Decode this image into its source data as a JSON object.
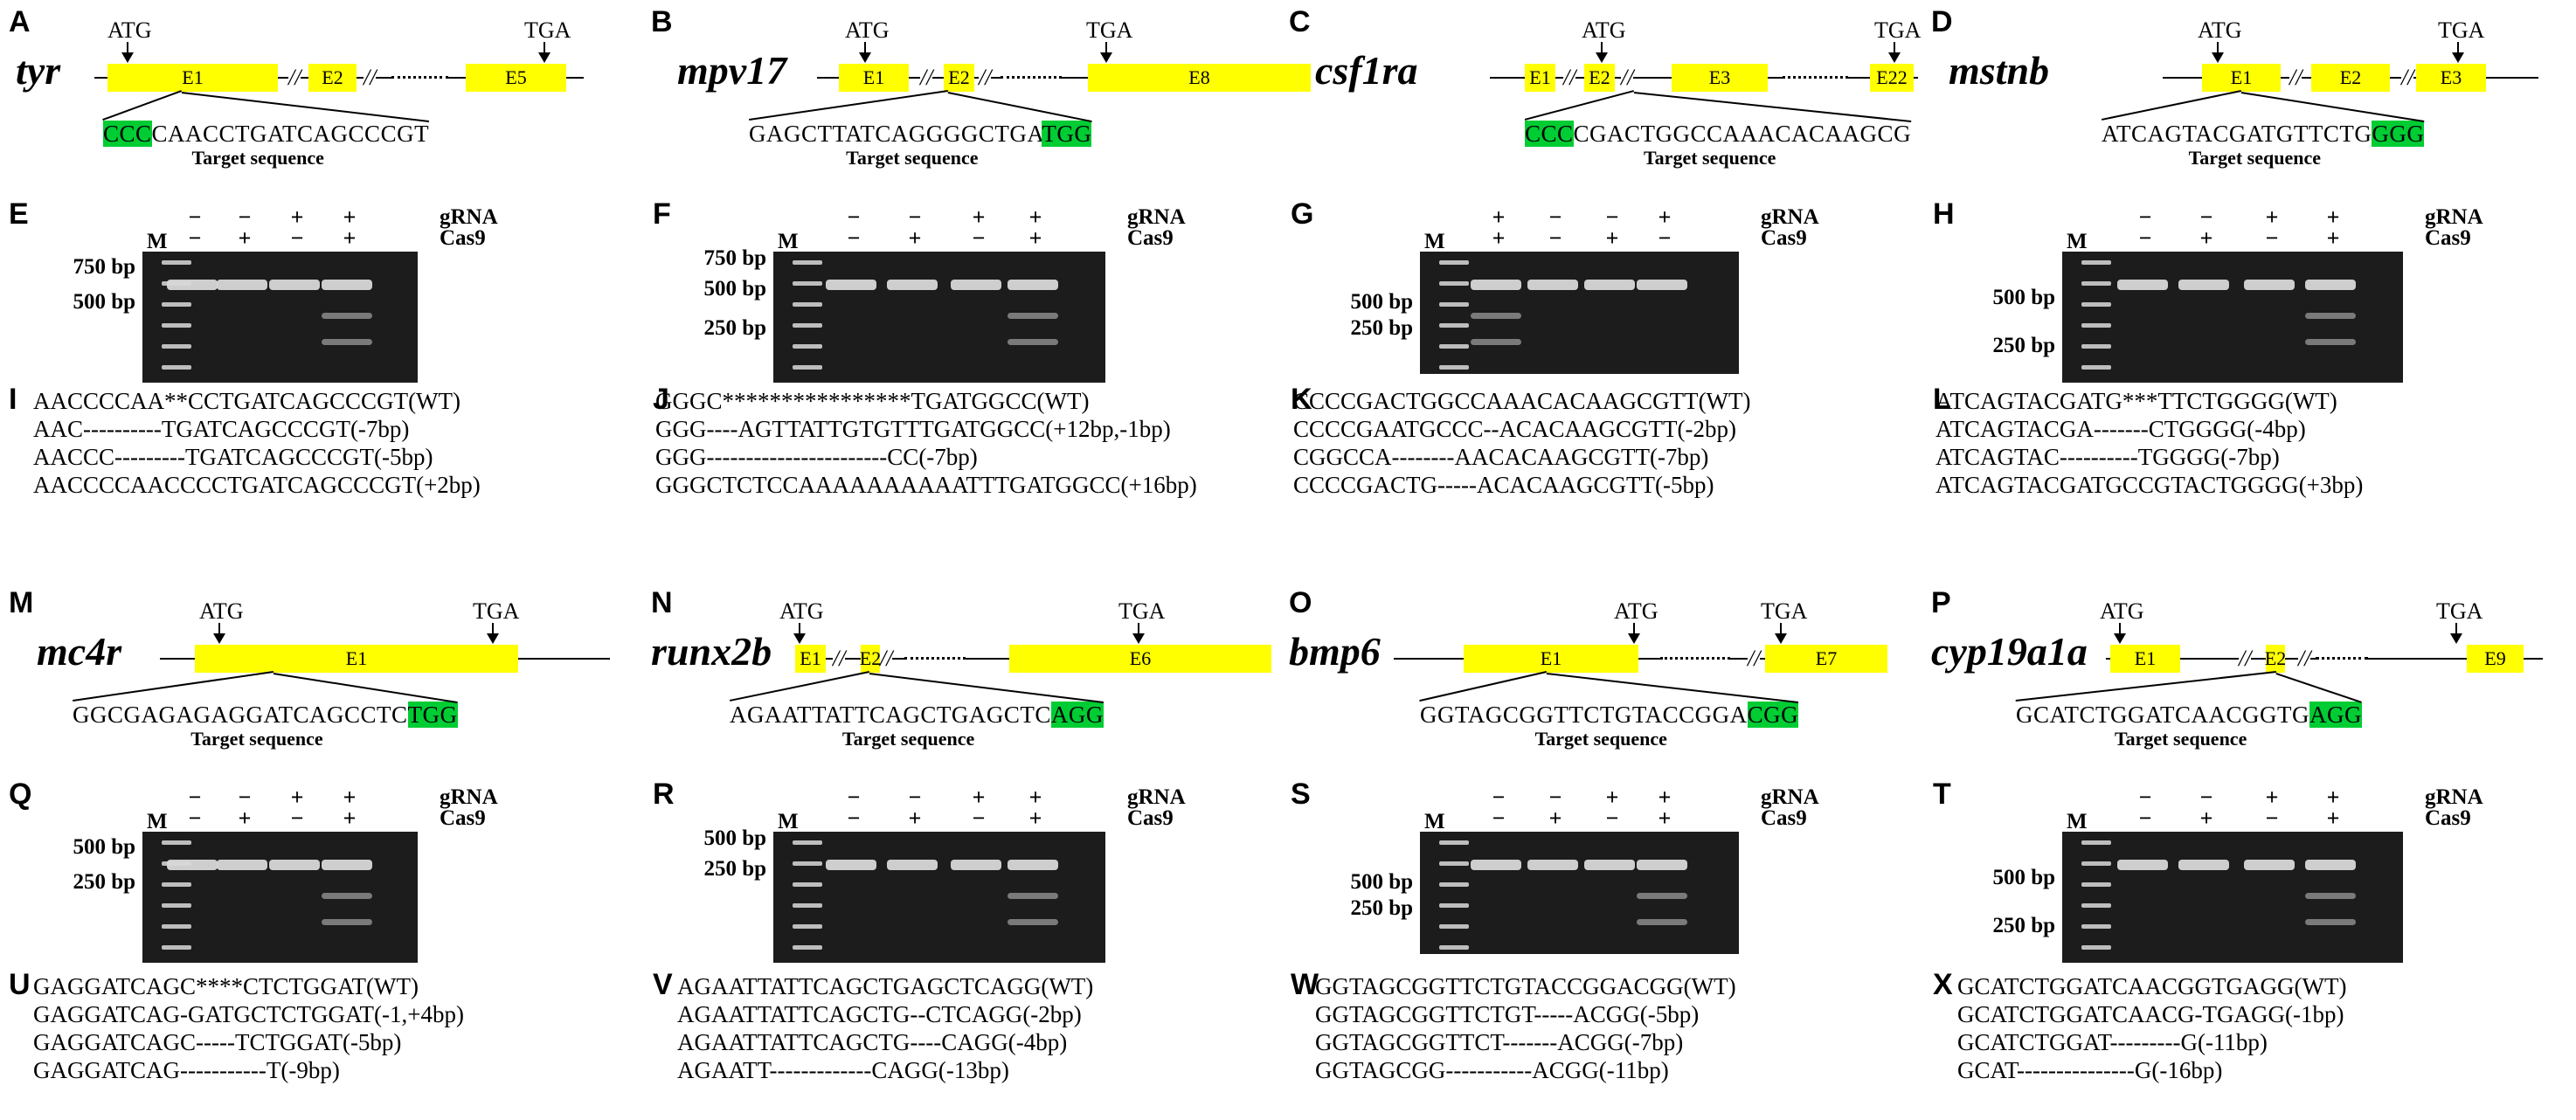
{
  "panel_labels": [
    "A",
    "B",
    "C",
    "D",
    "E",
    "F",
    "G",
    "H",
    "I",
    "J",
    "K",
    "L",
    "M",
    "N",
    "O",
    "P",
    "Q",
    "R",
    "S",
    "T",
    "U",
    "V",
    "W",
    "X"
  ],
  "markers": {
    "start": "ATG",
    "stop": "TGA"
  },
  "target_label": "Target sequence",
  "gel_rows": {
    "grna": "gRNA",
    "cas9": "Cas9",
    "marker": "M"
  },
  "genes": [
    {
      "name": "tyr",
      "exons": [
        "E1",
        "E2",
        "E5"
      ],
      "target": {
        "pam_left": "CCC",
        "seq": "CAACCTGATCAGCCCGT"
      },
      "gel": {
        "grna": [
          "−",
          "−",
          "+",
          "+"
        ],
        "cas9": [
          "−",
          "+",
          "−",
          "+"
        ],
        "bp": [
          "750 bp",
          "500 bp"
        ]
      },
      "alignment": [
        {
          "seq": "AACCCCAA**CCTGATCAGCCCGT",
          "note": "(WT)"
        },
        {
          "seq": "AAC----------TGATCAGCCCGT",
          "note": "(-7bp)"
        },
        {
          "seq": "AACCC---------TGATCAGCCCGT",
          "note": "(-5bp)"
        },
        {
          "seq": "AACCCCAACCCCTGATCAGCCCGT",
          "note": "(+2bp)"
        }
      ]
    },
    {
      "name": "mpv17",
      "exons": [
        "E1",
        "E2",
        "E8"
      ],
      "target": {
        "seq": "GAGCTTATCAGGGGCTGA",
        "pam_right": "TGG"
      },
      "gel": {
        "grna": [
          "−",
          "−",
          "+",
          "+"
        ],
        "cas9": [
          "−",
          "+",
          "−",
          "+"
        ],
        "bp": [
          "750 bp",
          "500 bp",
          "250 bp"
        ]
      },
      "alignment": [
        {
          "seq": "GGGC****************TGATGGCC",
          "note": "(WT)"
        },
        {
          "seq": "GGG----AGTTATTGTGTTTGATGGCC",
          "note": "(+12bp,-1bp)"
        },
        {
          "seq": "GGG-----------------------CC",
          "note": "(-7bp)"
        },
        {
          "seq": "GGGCTCTCCAAAAAAAAAATTTGATGGCC",
          "note": "(+16bp)"
        }
      ]
    },
    {
      "name": "csf1ra",
      "exons": [
        "E1",
        "E2",
        "E3",
        "E22"
      ],
      "target": {
        "pam_left": "CCC",
        "seq": "CGACTGGCCAAACACAAGCG"
      },
      "gel": {
        "grna": [
          "+",
          "−",
          "−",
          "+"
        ],
        "cas9": [
          "+",
          "−",
          "+",
          "−"
        ],
        "bp": [
          "500 bp",
          "250 bp"
        ]
      },
      "alignment": [
        {
          "seq": "CCCCGACTGGCCAAACACAAGCGTT",
          "note": "(WT)"
        },
        {
          "seq": "CCCCGAATGCCC--ACACAAGCGTT",
          "note": "(-2bp)"
        },
        {
          "seq": "CGGCCA--------AACACAAGCGTT",
          "note": "(-7bp)"
        },
        {
          "seq": "CCCCGACTG-----ACACAAGCGTT",
          "note": "(-5bp)"
        }
      ]
    },
    {
      "name": "mstnb",
      "exons": [
        "E1",
        "E2",
        "E3"
      ],
      "target": {
        "seq": "ATCAGTACGATGTTCTG",
        "pam_right": "GGG"
      },
      "gel": {
        "grna": [
          "−",
          "−",
          "+",
          "+"
        ],
        "cas9": [
          "−",
          "+",
          "−",
          "+"
        ],
        "bp": [
          "500 bp",
          "250 bp"
        ]
      },
      "alignment": [
        {
          "seq": "ATCAGTACGATG***TTCTGGGG",
          "note": "(WT)"
        },
        {
          "seq": "ATCAGTACGA-------CTGGGG",
          "note": "(-4bp)"
        },
        {
          "seq": "ATCAGTAC----------TGGGG",
          "note": "(-7bp)"
        },
        {
          "seq": "ATCAGTACGATGCCGTACTGGGG",
          "note": "(+3bp)"
        }
      ]
    },
    {
      "name": "mc4r",
      "exons": [
        "E1"
      ],
      "target": {
        "seq": "GGCGAGAGAGGATCAGCCTC",
        "pam_right": "TGG"
      },
      "gel": {
        "grna": [
          "−",
          "−",
          "+",
          "+"
        ],
        "cas9": [
          "−",
          "+",
          "−",
          "+"
        ],
        "bp": [
          "500 bp",
          "250 bp"
        ]
      },
      "alignment": [
        {
          "seq": "GAGGATCAGC****CTCTGGAT",
          "note": "(WT)"
        },
        {
          "seq": "GAGGATCAG-GATGCTCTGGAT",
          "note": "(-1,+4bp)"
        },
        {
          "seq": "GAGGATCAGC-----TCTGGAT",
          "note": "(-5bp)"
        },
        {
          "seq": "GAGGATCAG-----------T",
          "note": "(-9bp)"
        }
      ]
    },
    {
      "name": "runx2b",
      "exons": [
        "E1",
        "E2",
        "E6"
      ],
      "target": {
        "seq": "AGAATTATTCAGCTGAGCTC",
        "pam_right": "AGG"
      },
      "gel": {
        "grna": [
          "−",
          "−",
          "+",
          "+"
        ],
        "cas9": [
          "−",
          "+",
          "−",
          "+"
        ],
        "bp": [
          "500 bp",
          "250 bp"
        ]
      },
      "alignment": [
        {
          "seq": "AGAATTATTCAGCTGAGCTCAGG",
          "note": "(WT)"
        },
        {
          "seq": "AGAATTATTCAGCTG--CTCAGG",
          "note": "(-2bp)"
        },
        {
          "seq": "AGAATTATTCAGCTG----CAGG",
          "note": "(-4bp)"
        },
        {
          "seq": "AGAATT-------------CAGG",
          "note": "(-13bp)"
        }
      ]
    },
    {
      "name": "bmp6",
      "exons": [
        "E1",
        "E7"
      ],
      "target": {
        "seq": "GGTAGCGGTTCTGTACCGGA",
        "pam_right": "CGG"
      },
      "gel": {
        "grna": [
          "−",
          "−",
          "+",
          "+"
        ],
        "cas9": [
          "−",
          "+",
          "−",
          "+"
        ],
        "bp": [
          "500 bp",
          "250 bp"
        ]
      },
      "alignment": [
        {
          "seq": "GGTAGCGGTTCTGTACCGGACGG",
          "note": "(WT)"
        },
        {
          "seq": "GGTAGCGGTTCTGT-----ACGG",
          "note": "(-5bp)"
        },
        {
          "seq": "GGTAGCGGTTCT-------ACGG",
          "note": "(-7bp)"
        },
        {
          "seq": "GGTAGCGG-----------ACGG",
          "note": "(-11bp)"
        }
      ]
    },
    {
      "name": "cyp19a1a",
      "exons": [
        "E1",
        "E2",
        "E9"
      ],
      "target": {
        "seq": "GCATCTGGATCAACGGTG",
        "pam_right": "AGG"
      },
      "gel": {
        "grna": [
          "−",
          "−",
          "+",
          "+"
        ],
        "cas9": [
          "−",
          "+",
          "−",
          "+"
        ],
        "bp": [
          "500 bp",
          "250 bp"
        ]
      },
      "alignment": [
        {
          "seq": "GCATCTGGATCAACGGTGAGG",
          "note": "(WT)"
        },
        {
          "seq": "GCATCTGGATCAACG-TGAGG",
          "note": "(-1bp)"
        },
        {
          "seq": "GCATCTGGAT---------G",
          "note": "(-11bp)"
        },
        {
          "seq": "GCAT---------------G",
          "note": "(-16bp)"
        }
      ]
    }
  ]
}
